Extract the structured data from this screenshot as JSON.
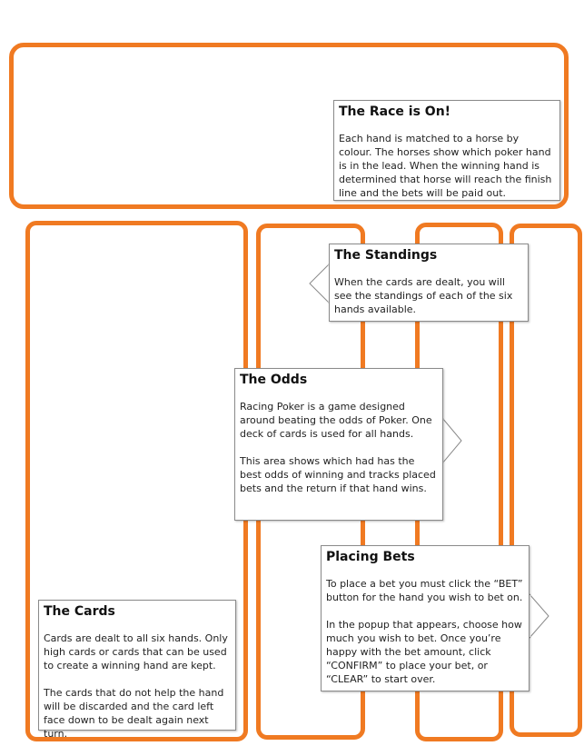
{
  "regions": [
    {
      "name": "race-track-region"
    },
    {
      "name": "cards-region"
    },
    {
      "name": "odds-region"
    },
    {
      "name": "bets-region-left"
    },
    {
      "name": "bets-region-right"
    }
  ],
  "callouts": {
    "race": {
      "title": "The Race is On!",
      "paragraphs": [
        "Each hand is matched to a horse by colour. The horses show which poker hand is in the lead. When the winning hand is determined that horse will reach the finish line and the bets will be paid out."
      ]
    },
    "standings": {
      "title": "The Standings",
      "paragraphs": [
        "When the cards are dealt, you will see the standings of each of the six hands available."
      ]
    },
    "odds": {
      "title": "The Odds",
      "paragraphs": [
        "Racing Poker is a game designed around beating the odds of Poker.  One deck of cards is used for all hands.",
        "This area shows which had has the best odds of winning and tracks placed bets and the return if that hand wins."
      ]
    },
    "bets": {
      "title": "Placing Bets",
      "paragraphs": [
        "To place a bet you must click the “BET” button for the hand you wish to bet on.",
        "In the popup that appears, choose how much you wish to bet. Once you’re happy with the bet amount, click “CONFIRM” to place your bet, or “CLEAR” to start over."
      ]
    },
    "cards": {
      "title": "The Cards",
      "paragraphs": [
        "Cards are dealt to all six hands. Only high cards or cards that can be used to create a winning hand are kept.",
        "The cards that do not help the hand will be discarded and the card left face down to be dealt again next turn."
      ]
    }
  },
  "colors": {
    "region_border": "#f07a22",
    "callout_border": "#8a8a8a"
  }
}
